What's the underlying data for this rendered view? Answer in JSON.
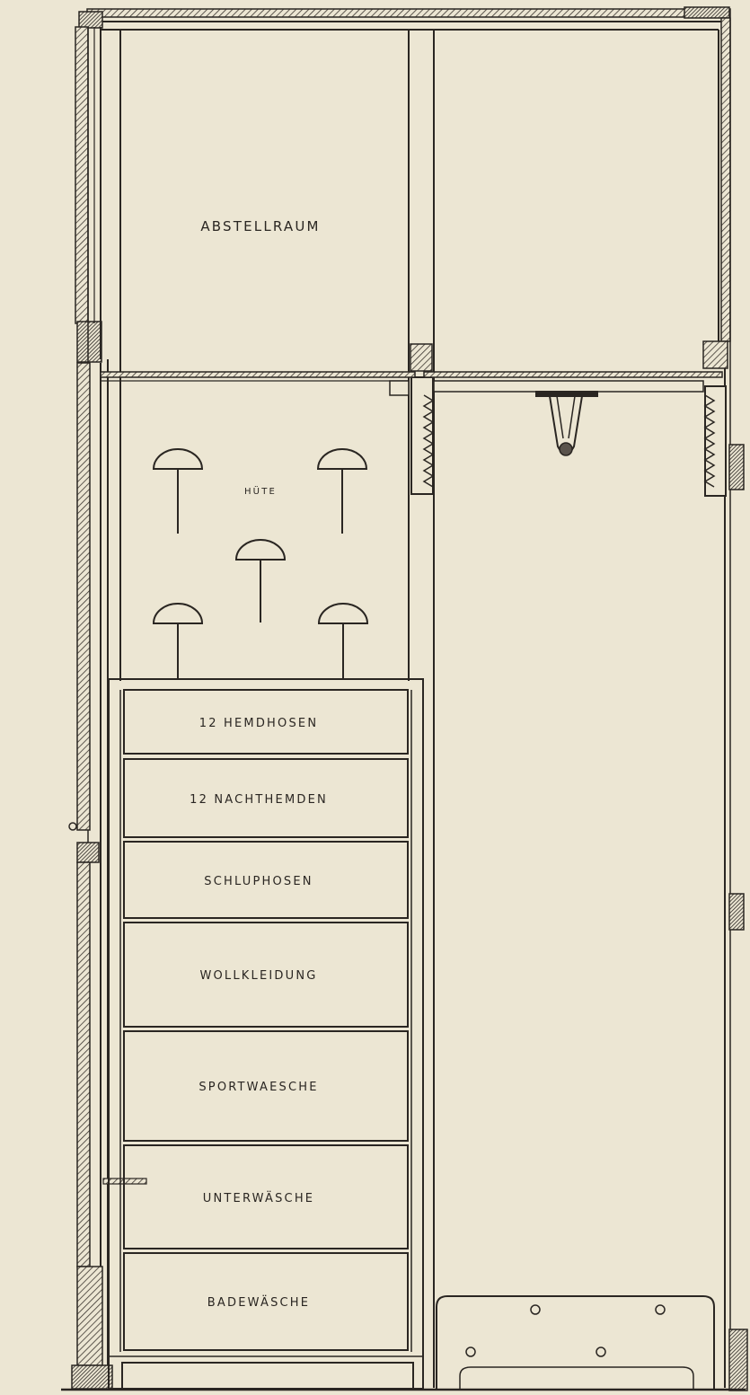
{
  "colors": {
    "paper": "#ece6d3",
    "ink": "#2a2622",
    "hatch": "#3a342e"
  },
  "labels": {
    "storage": "ABSTELLRAUM",
    "hats": "HÜTE"
  },
  "drawers": [
    "12 HEMDHOSEN",
    "12 NACHTHEMDEN",
    "SCHLUPHOSEN",
    "WOLLKLEIDUNG",
    "SPORTWAESCHE",
    "UNTERWÄSCHE",
    "BADEWÄSCHE"
  ]
}
